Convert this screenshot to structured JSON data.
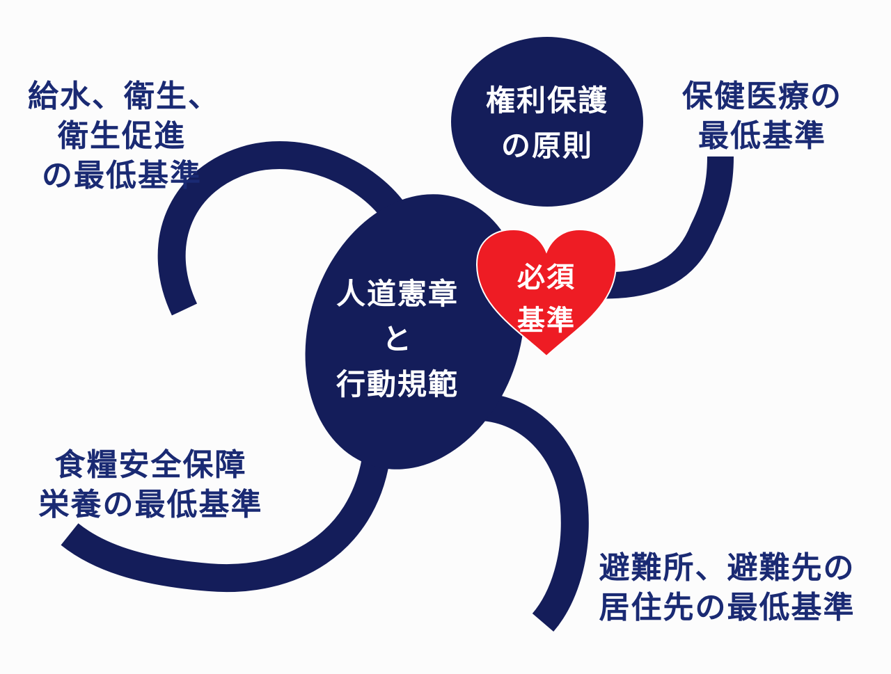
{
  "colors": {
    "navy": "#141d5a",
    "text_navy": "#1a2a73",
    "heart_red": "#ee1c24",
    "background": "#fcfcfc",
    "white": "#ffffff"
  },
  "diagram": {
    "head_circle": {
      "lines": [
        "権利保護",
        "の原則"
      ]
    },
    "body_oval": {
      "lines": [
        "人道憲章",
        "と",
        "行動規範"
      ]
    },
    "heart": {
      "lines": [
        "必須",
        "基準"
      ]
    },
    "left_arm": {
      "lines": [
        "給水、衛生、",
        "衛生促進",
        "の最低基準"
      ]
    },
    "right_arm": {
      "lines": [
        "保健医療の",
        "最低基準"
      ]
    },
    "left_leg": {
      "lines": [
        "食糧安全保障",
        "栄養の最低基準"
      ]
    },
    "right_leg": {
      "lines": [
        "避難所、避難先の",
        "居住先の最低基準"
      ]
    }
  }
}
